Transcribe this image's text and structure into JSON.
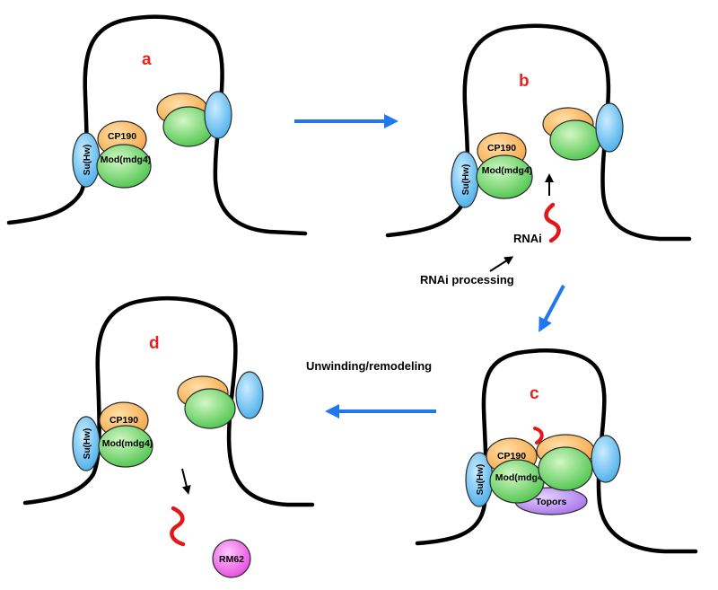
{
  "colors": {
    "letter": "#e8221e",
    "flow_arrow": "#1f78ee",
    "su_hw": "#4aaeea",
    "cp190": "#f5a544",
    "mod_mdg4": "#4cc44c",
    "topors": "#a774ea",
    "rm62": "#e649e0",
    "rna": "#e0181a"
  },
  "panels": {
    "a": {
      "letter": "a",
      "su_hw": "Su(Hw)",
      "cp190": "CP190",
      "mod": "Mod(mdg4)"
    },
    "b": {
      "letter": "b",
      "su_hw": "Su(Hw)",
      "cp190": "CP190",
      "mod": "Mod(mdg4)",
      "rnai": "RNAi"
    },
    "c": {
      "letter": "c",
      "su_hw": "Su(Hw)",
      "cp190": "CP190",
      "mod": "Mod(mdg4)",
      "topors": "Topors"
    },
    "d": {
      "letter": "d",
      "su_hw": "Su(Hw)",
      "cp190": "CP190",
      "mod": "Mod(mdg4)",
      "rm62": "RM62"
    }
  },
  "steps": {
    "rnai_processing": "RNAi processing",
    "unwinding": "Unwinding/remodeling"
  }
}
